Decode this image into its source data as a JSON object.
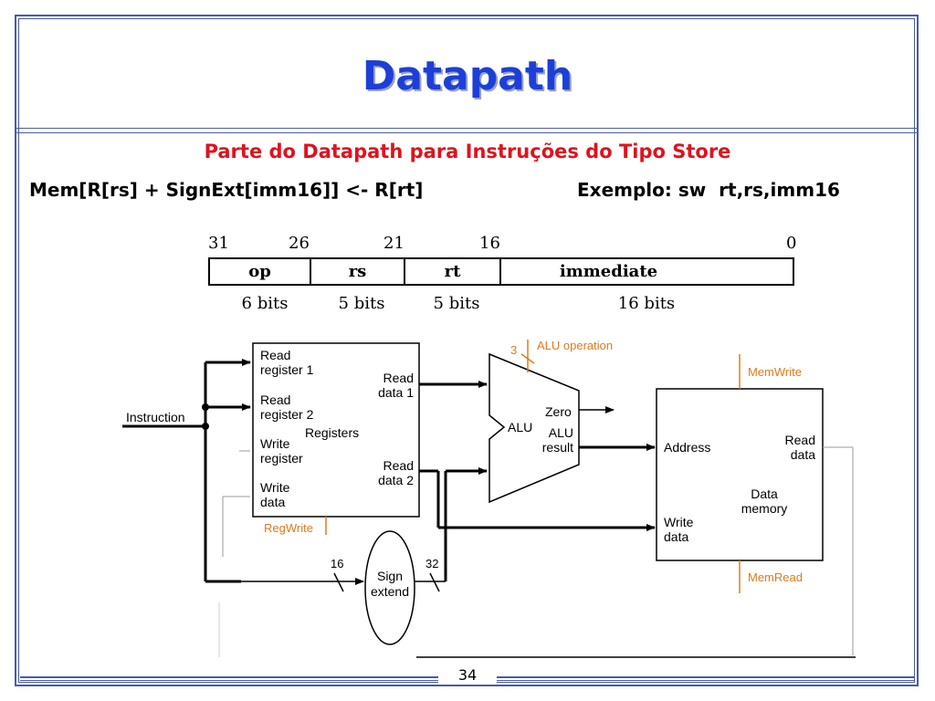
{
  "slide": {
    "title": "Datapath",
    "subtitle": "Parte do Datapath para Instruções do Tipo Store",
    "formula": "Mem[R[rs] + SignExt[imm16]] <- R[rt]",
    "example": "Exemplo: sw  rt,rs,imm16",
    "page_number": "34"
  },
  "instruction_format": {
    "bit_positions": [
      "31",
      "26",
      "21",
      "16",
      "0"
    ],
    "fields": [
      {
        "name": "op",
        "width": "6 bits"
      },
      {
        "name": "rs",
        "width": "5 bits"
      },
      {
        "name": "rt",
        "width": "5 bits"
      },
      {
        "name": "immediate",
        "width": "16 bits"
      }
    ]
  },
  "diagram": {
    "instruction_label": "Instruction",
    "registers": {
      "read_register_1": [
        "Read",
        "register 1"
      ],
      "read_register_2": [
        "Read",
        "register 2"
      ],
      "write_register": [
        "Write",
        "register"
      ],
      "write_data": [
        "Write",
        "data"
      ],
      "read_data_1": [
        "Read",
        "data 1"
      ],
      "read_data_2": [
        "Read",
        "data 2"
      ],
      "title": "Registers",
      "control": "RegWrite"
    },
    "alu": {
      "label": "ALU",
      "zero": "Zero",
      "result": [
        "ALU",
        "result"
      ],
      "control_bits": "3",
      "control": "ALU operation"
    },
    "sign_extend": {
      "label": [
        "Sign",
        "extend"
      ],
      "in_bits": "16",
      "out_bits": "32"
    },
    "data_memory": {
      "address": "Address",
      "write_data": [
        "Write",
        "data"
      ],
      "read_data": [
        "Read",
        "data"
      ],
      "title": [
        "Data",
        "memory"
      ],
      "write_control": "MemWrite",
      "read_control": "MemRead"
    },
    "colors": {
      "control": "#e07a1c",
      "wire": "#000000"
    }
  }
}
